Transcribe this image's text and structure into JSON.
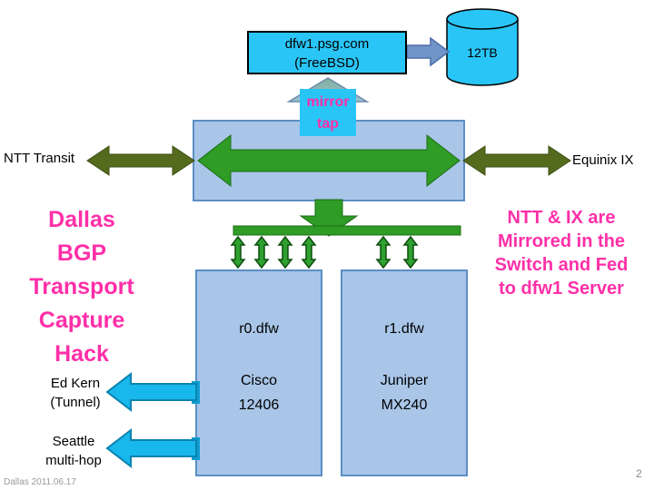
{
  "slide": {
    "footer": "Dallas 2011.06.17",
    "page_number": "2"
  },
  "colors": {
    "magenta": "#FF2FA8",
    "cyan": "#29C5F6",
    "light_blue": "#A9C6E9",
    "green": "#2E9C25",
    "olive": "#546B1E",
    "steel_blue": "#7295C9"
  },
  "server": {
    "name": "dfw1.psg.com",
    "os": "(FreeBSD)"
  },
  "storage": {
    "capacity": "12TB"
  },
  "mirror_tap": {
    "line1": "mirror",
    "line2": "tap"
  },
  "links": {
    "left": "NTT Transit",
    "right": "Equinix IX"
  },
  "title": {
    "lines": [
      "Dallas",
      "BGP",
      "Transport",
      "Capture",
      "Hack"
    ]
  },
  "note": {
    "lines": [
      "NTT & IX are",
      "Mirrored in the",
      "Switch and Fed",
      "to dfw1 Server"
    ]
  },
  "routers": {
    "r0": {
      "name": "r0.dfw",
      "vendor": "Cisco",
      "model": "12406"
    },
    "r1": {
      "name": "r1.dfw",
      "vendor": "Juniper",
      "model": "MX240"
    }
  },
  "tunnels": {
    "ed_kern": {
      "line1": "Ed Kern",
      "line2": "(Tunnel)"
    },
    "seattle": {
      "line1": "Seattle",
      "line2": "multi-hop"
    }
  }
}
